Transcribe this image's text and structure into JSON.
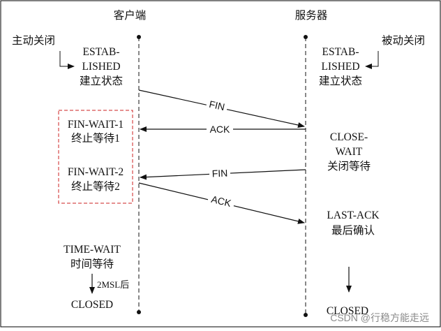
{
  "headers": {
    "client": "客户端",
    "server": "服务器"
  },
  "side_notes": {
    "left": "主动关闭",
    "right": "被动关闭"
  },
  "client_states": {
    "established": [
      "ESTAB-",
      "LISHED",
      "建立状态"
    ],
    "fin_wait_1": [
      "FIN-WAIT-1",
      "终止等待1"
    ],
    "fin_wait_2": [
      "FIN-WAIT-2",
      "终止等待2"
    ],
    "time_wait": [
      "TIME-WAIT",
      "时间等待"
    ],
    "timer_label": "2MSL后",
    "closed": "CLOSED"
  },
  "server_states": {
    "established": [
      "ESTAB-",
      "LISHED",
      "建立状态"
    ],
    "close_wait": [
      "CLOSE-",
      "WAIT",
      "关闭等待"
    ],
    "last_ack": [
      "LAST-ACK",
      "最后确认"
    ],
    "closed": "CLOSED"
  },
  "messages": {
    "fin1": "FIN",
    "ack1": "ACK",
    "fin2": "FIN",
    "ack2": "ACK"
  },
  "watermark": "CSDN @行稳方能走远",
  "colors": {
    "frame": "#000000",
    "dashed_box": "#cc2222",
    "line": "#111111"
  }
}
